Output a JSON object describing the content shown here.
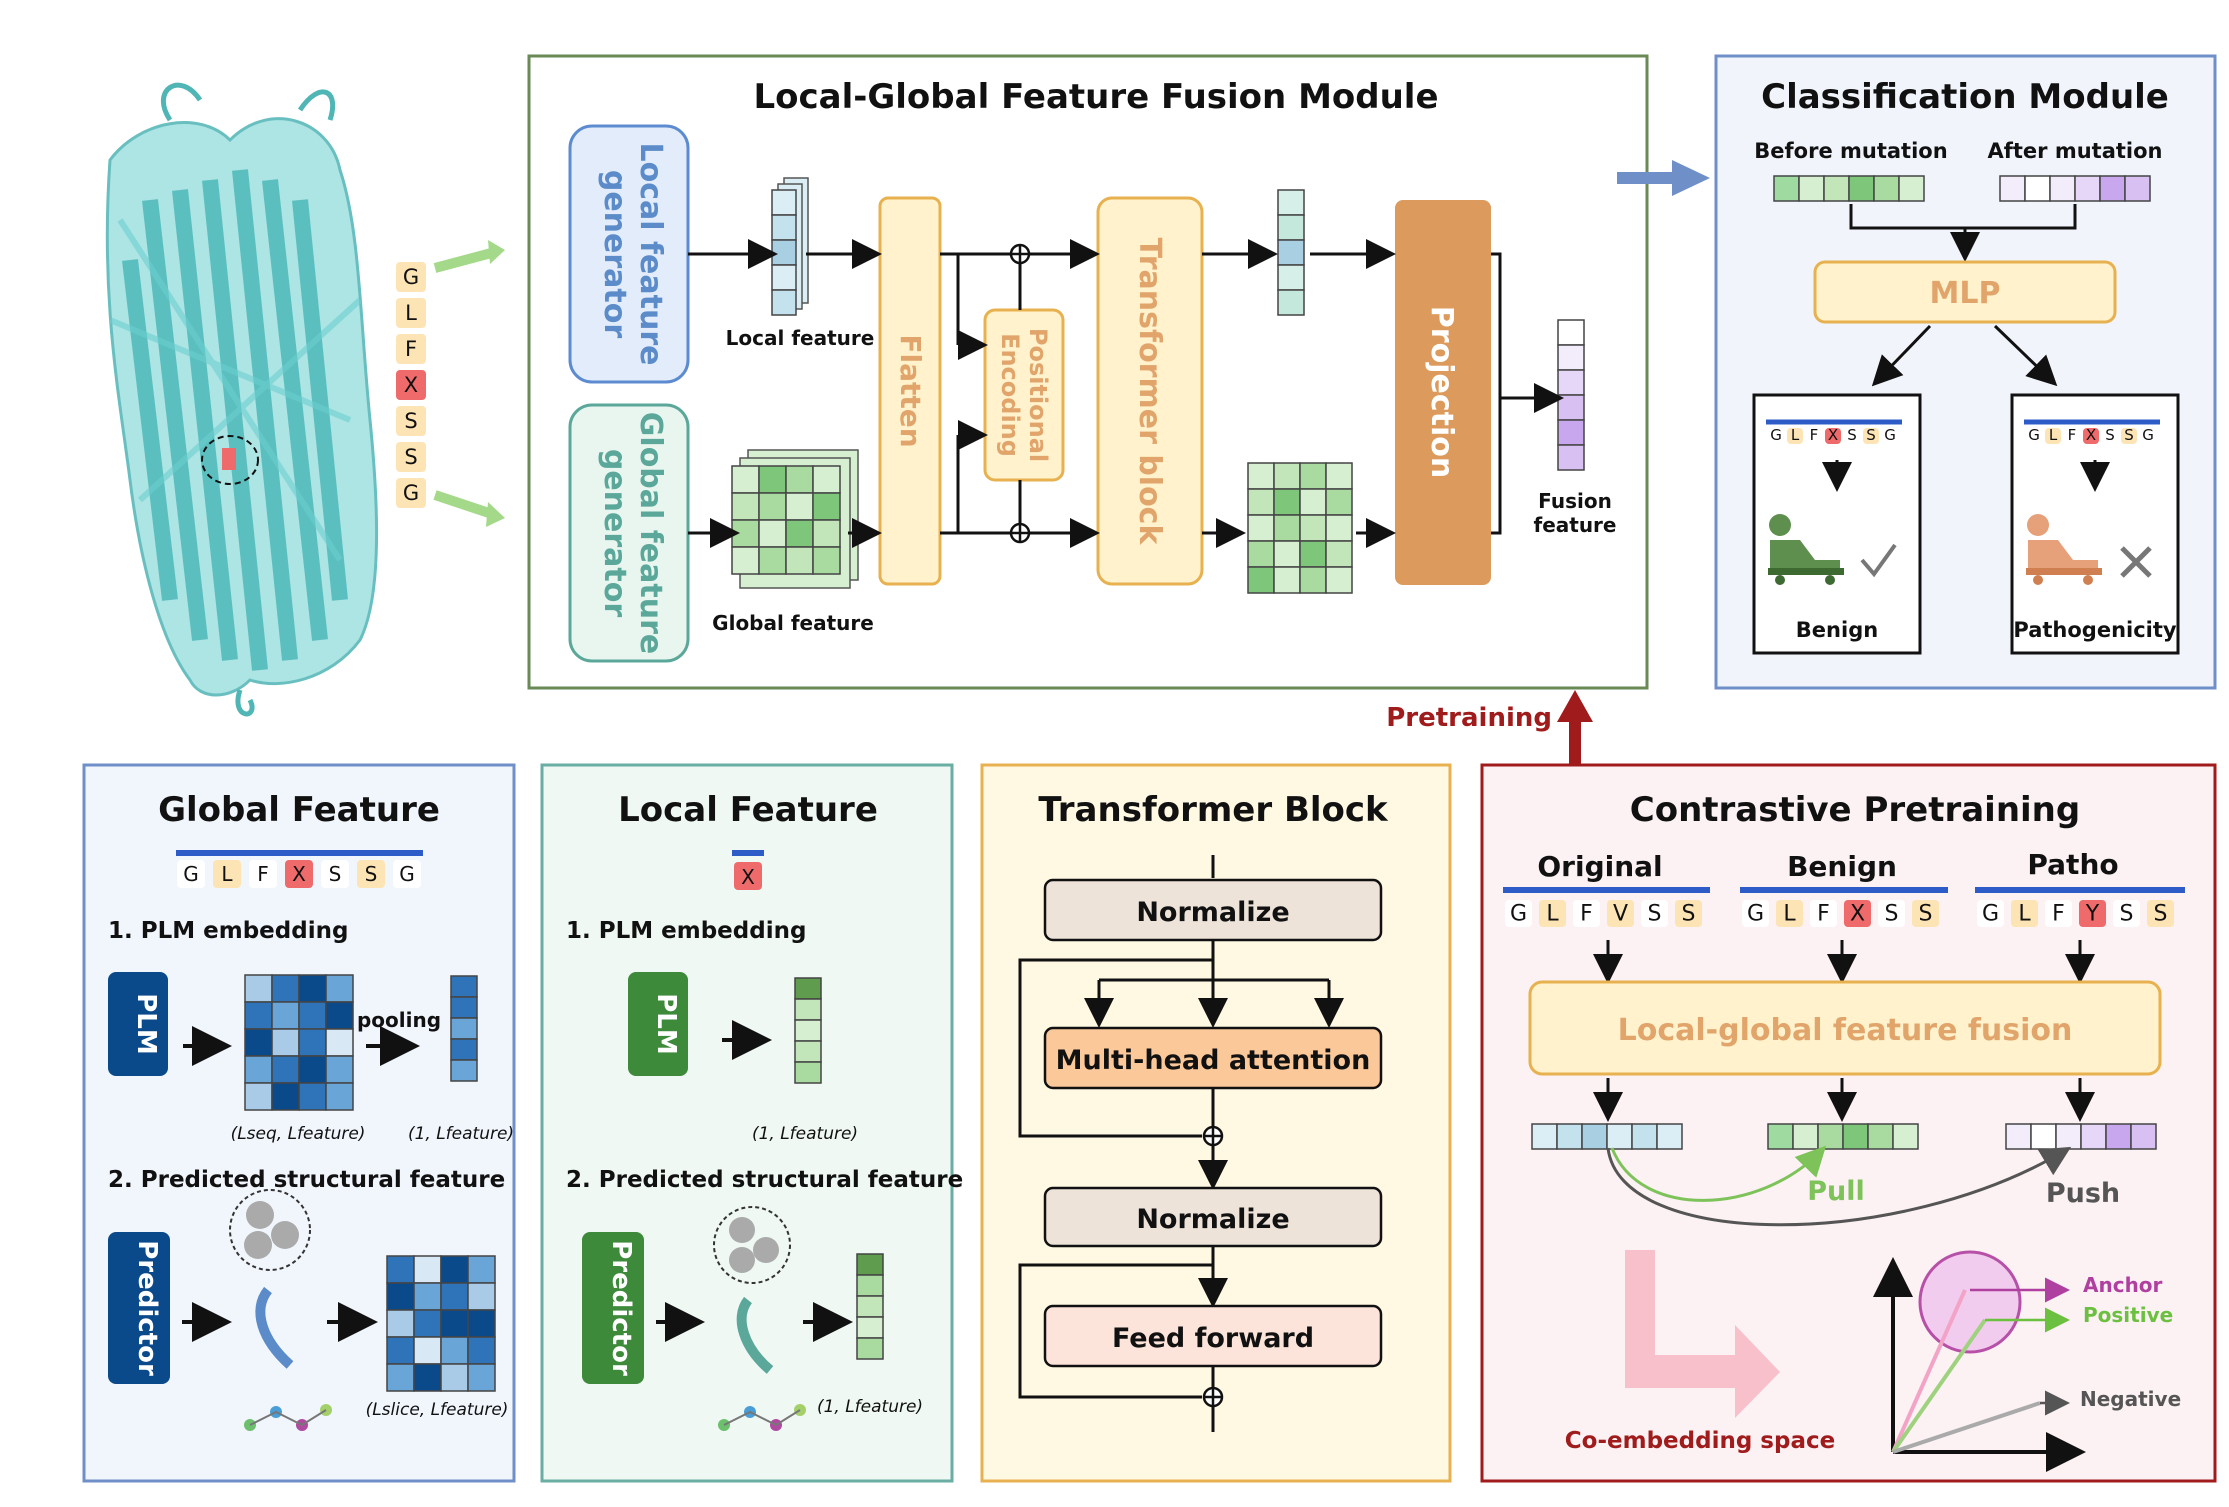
{
  "sequence": [
    "G",
    "L",
    "F",
    "X",
    "S",
    "S",
    "G"
  ],
  "fusion_module": {
    "title": "Local-Global Feature Fusion Module",
    "local_generator": "Local feature generator",
    "global_generator": "Global feature generator",
    "local_feature": "Local feature",
    "global_feature": "Global feature",
    "flatten": "Flatten",
    "positional_encoding": "Positional Encoding",
    "transformer_block": "Transformer block",
    "projection": "Projection",
    "fusion_feature_1": "Fusion",
    "fusion_feature_2": "feature"
  },
  "classification": {
    "title": "Classification Module",
    "before": "Before mutation",
    "after": "After mutation",
    "mlp": "MLP",
    "benign": "Benign",
    "pathogenicity": "Pathogenicity"
  },
  "pretraining_label": "Pretraining",
  "global_panel": {
    "title": "Global Feature",
    "step1": "1. PLM embedding",
    "plm": "PLM",
    "pooling": "pooling",
    "dim_seq": "(Lseq, Lfeature)",
    "dim_one": "(1, Lfeature)",
    "step2": "2. Predicted structural feature",
    "predictor": "Predictor",
    "dim_slice": "(Lslice, Lfeature)"
  },
  "local_panel": {
    "title": "Local Feature",
    "residue": "X",
    "step1": "1. PLM embedding",
    "plm": "PLM",
    "dim_one": "(1, Lfeature)",
    "step2": "2. Predicted structural feature",
    "predictor": "Predictor",
    "dim_one_b": "(1, Lfeature)"
  },
  "transformer_panel": {
    "title": "Transformer Block",
    "normalize1": "Normalize",
    "mha": "Multi-head attention",
    "normalize2": "Normalize",
    "ff": "Feed forward"
  },
  "contrastive": {
    "title": "Contrastive Pretraining",
    "original": "Original",
    "benign": "Benign",
    "patho": "Patho",
    "seq_original": [
      "G",
      "L",
      "F",
      "V",
      "S",
      "S"
    ],
    "seq_benign": [
      "G",
      "L",
      "F",
      "X",
      "S",
      "S"
    ],
    "seq_patho": [
      "G",
      "L",
      "F",
      "Y",
      "S",
      "S"
    ],
    "fusion": "Local-global feature fusion",
    "pull": "Pull",
    "push": "Push",
    "coembed": "Co-embedding space",
    "anchor": "Anchor",
    "positive": "Positive",
    "negative": "Negative"
  },
  "colors": {
    "accent_red": "#a01c1c",
    "blue_dark": "#0b4a8a",
    "green_dark": "#3d8a3a",
    "orange": "#e1a46a"
  }
}
